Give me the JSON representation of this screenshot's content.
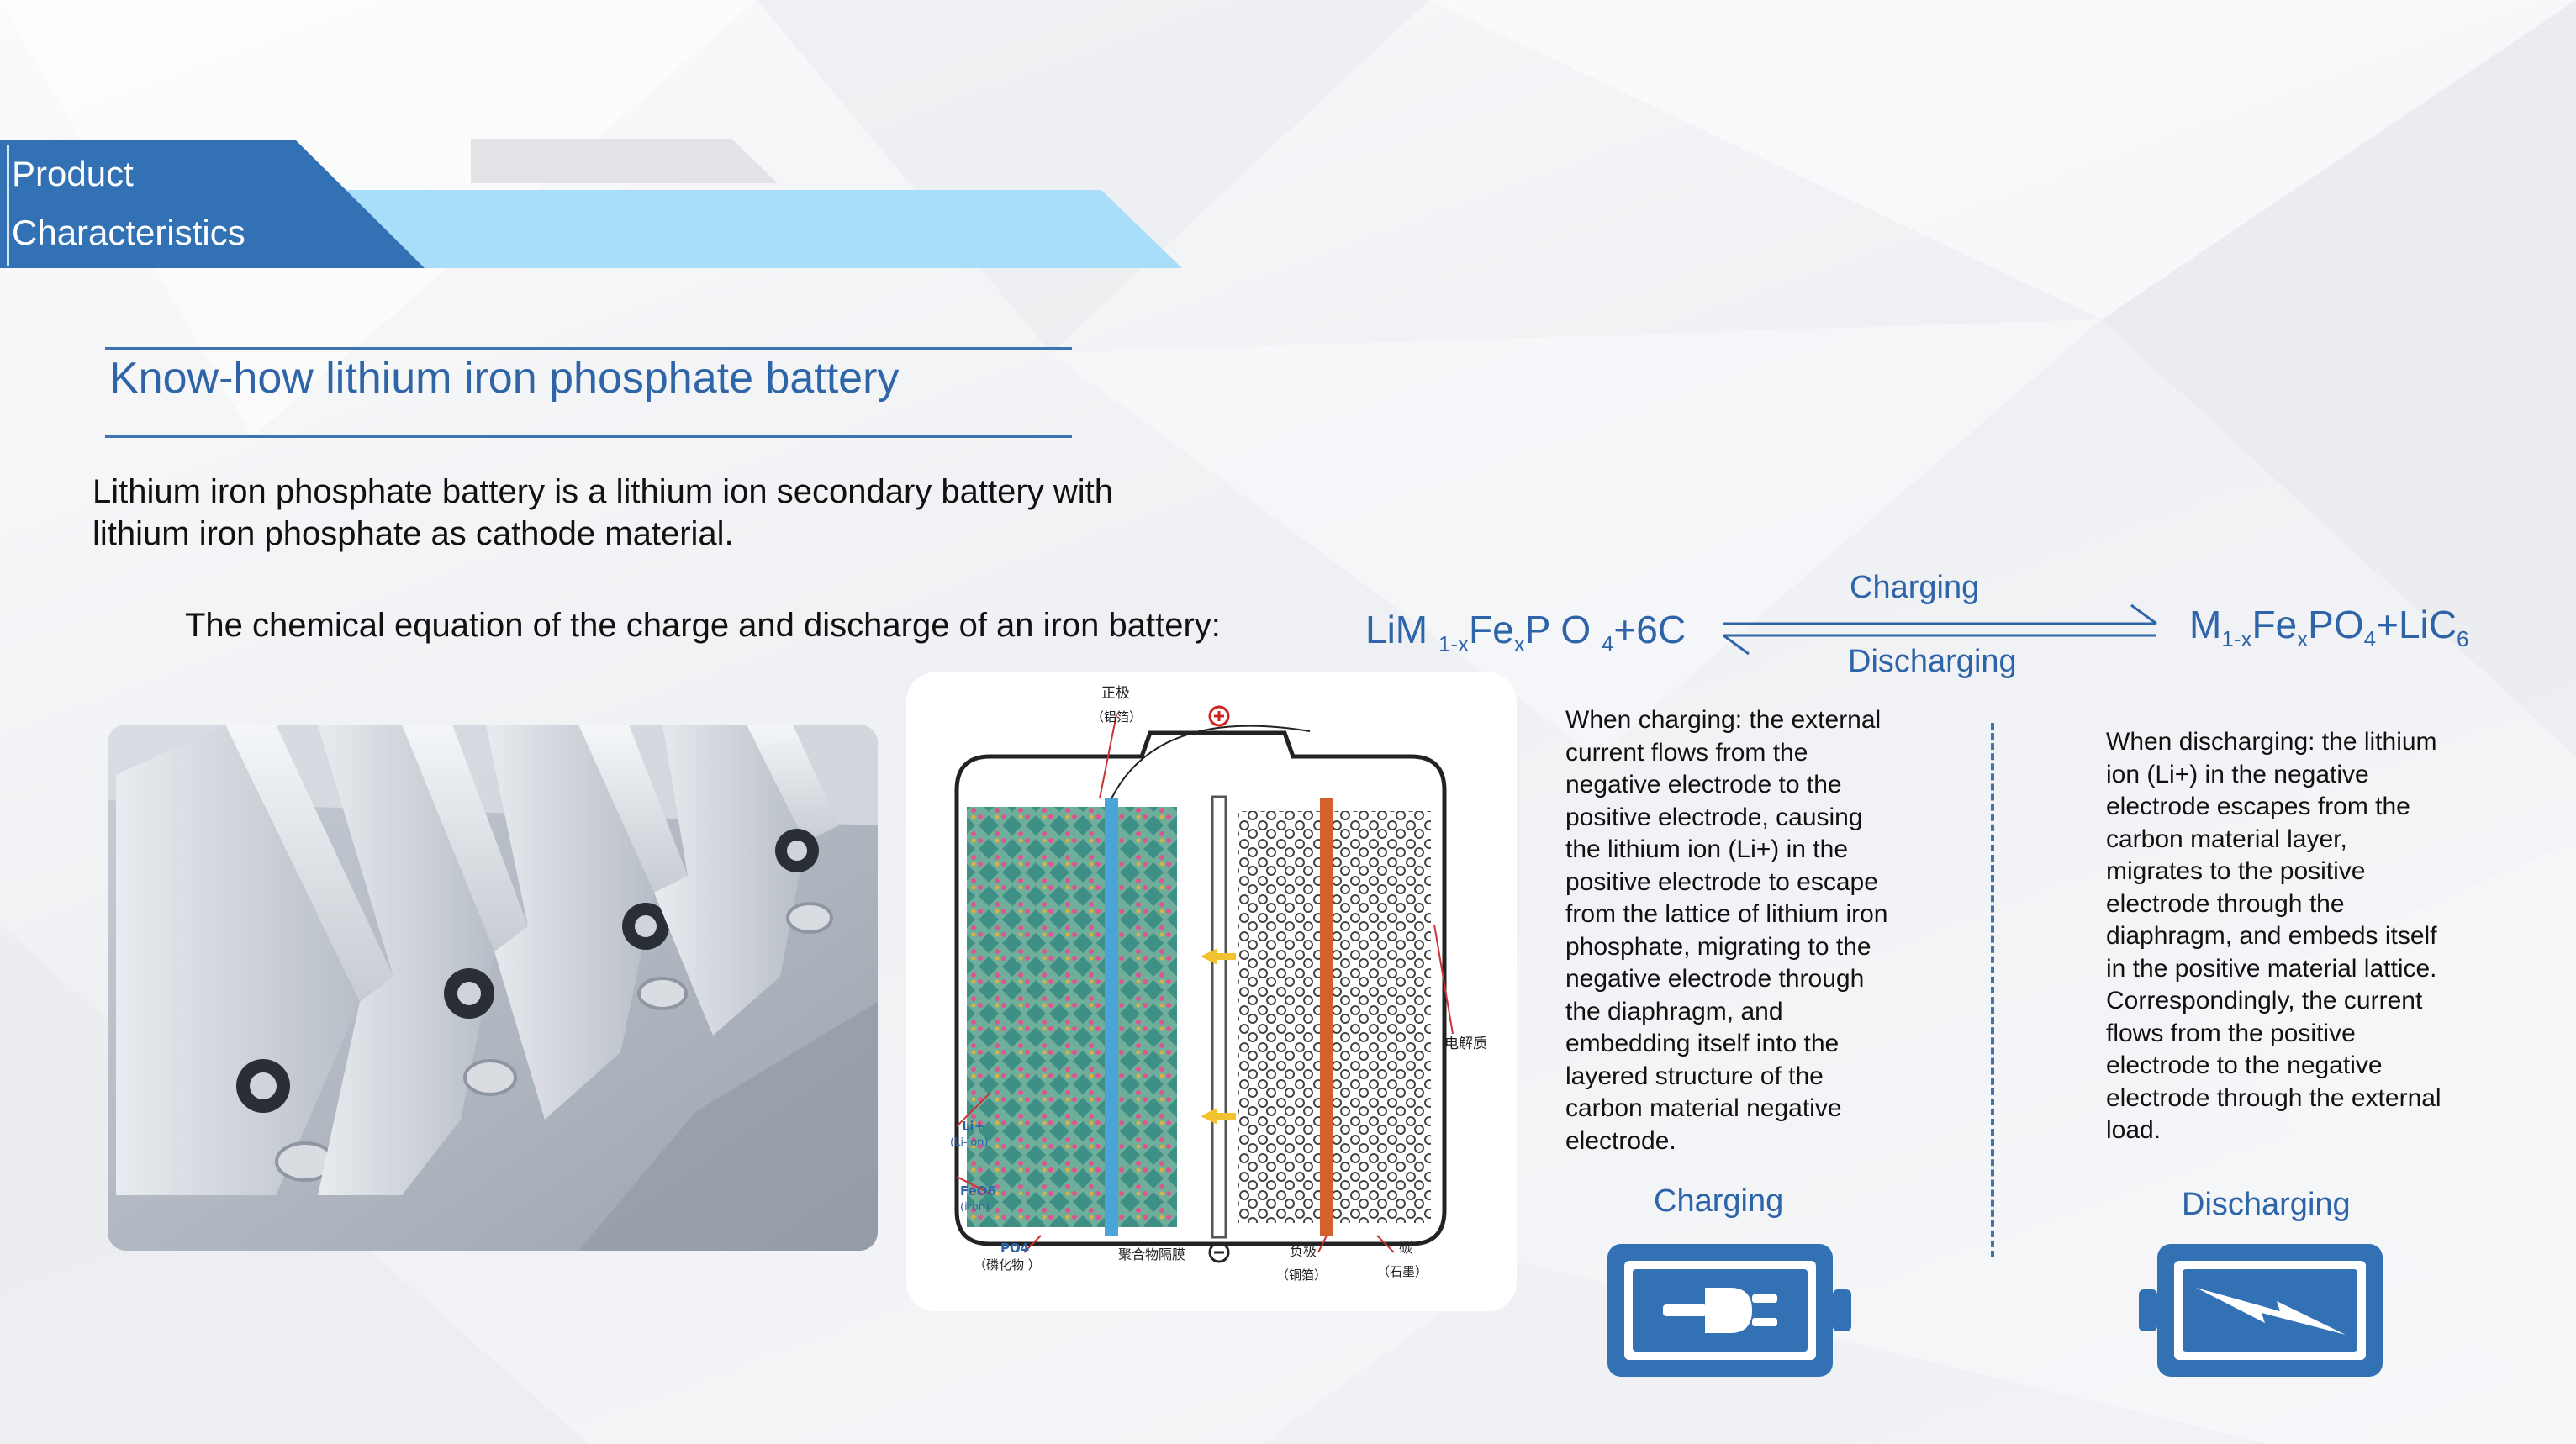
{
  "header": {
    "section_line1": "Product",
    "section_line2": "Characteristics"
  },
  "main": {
    "heading": "Know-how lithium iron phosphate battery",
    "intro_line1": "Lithium iron phosphate battery is a lithium ion secondary battery with",
    "intro_line2": "lithium iron phosphate as cathode material.",
    "equation_label": "The chemical equation of the charge and discharge of an iron battery:"
  },
  "equation": {
    "left_p1": "LiM ",
    "left_sub1": "1-",
    "left_sub2": "x",
    "left_p2": "Fe",
    "left_sub3": "x",
    "left_p3": "P O ",
    "left_sub4": "4",
    "left_p4": "+6C",
    "right_p1": "M",
    "right_sub1": "1-",
    "right_sub2": "x",
    "right_p2": "Fe",
    "right_sub3": "x",
    "right_p3": "PO",
    "right_sub4": "4",
    "right_p4": "+LiC",
    "right_sub5": "6",
    "arrow_top": "Charging",
    "arrow_bottom": "Discharging"
  },
  "diagram": {
    "pos_label": "正极",
    "pos_sub": "（铝箔）",
    "electrolyte": "电解质",
    "li_label": "Li+",
    "li_sub": "(Li-ion)",
    "fe_label": "FeO6",
    "fe_sub": "(iron)",
    "po_label": "PO4",
    "po_sub": "（磷化物 ）",
    "separator": "聚合物隔膜",
    "neg_label": "负极",
    "neg_sub": "（铜箔）",
    "carbon_label": "碳",
    "carbon_sub": "（石墨）"
  },
  "charging": {
    "text": [
      "When charging: the external",
      "current flows from the",
      "negative electrode to the",
      "positive electrode, causing",
      "the lithium ion (Li+) in the",
      "positive electrode to escape",
      "from the lattice of lithium iron",
      "phosphate, migrating to the",
      "negative electrode through",
      "the diaphragm, and",
      "embedding itself into the",
      "layered structure of the",
      "carbon material negative",
      "electrode."
    ],
    "label": "Charging",
    "icon": "battery-plug-icon"
  },
  "discharging": {
    "text": [
      "When discharging: the lithium",
      "ion (Li+) in the negative",
      "electrode escapes from the",
      "carbon material layer,",
      "migrates to the positive",
      "electrode through the",
      "diaphragm, and embeds itself",
      "in the positive material lattice.",
      "Correspondingly, the current",
      "flows from the positive",
      "electrode to the negative",
      "electrode through the external",
      "load."
    ],
    "label": "Discharging",
    "icon": "battery-bolt-icon"
  },
  "colors": {
    "brand_blue": "#2e64a8",
    "banner_dark": "#3272b4",
    "banner_light": "#a8defa"
  }
}
